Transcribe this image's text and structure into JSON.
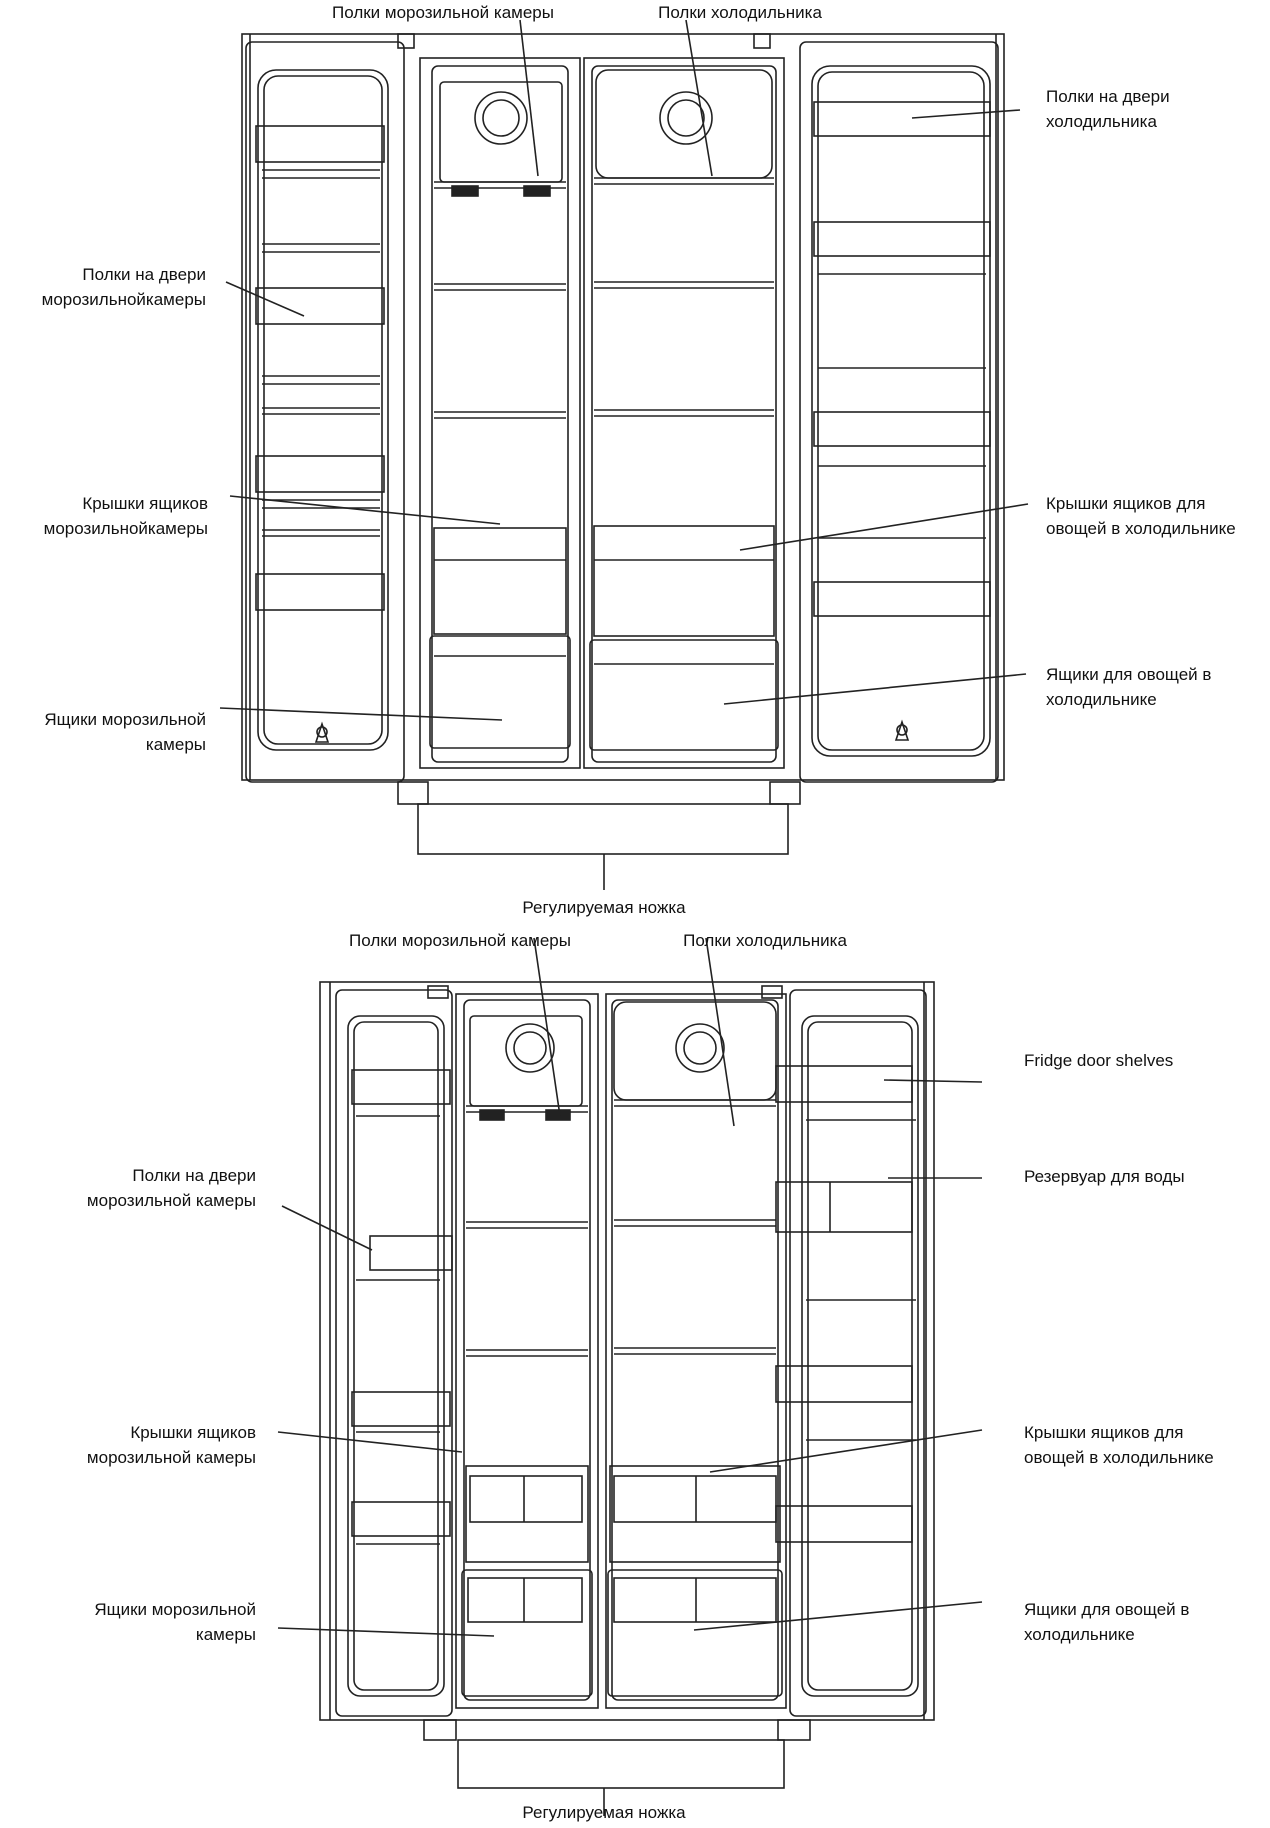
{
  "colors": {
    "line": "#222222",
    "text": "#111111",
    "background": "#ffffff"
  },
  "diagram_top": {
    "freezer_shelves": "Полки морозильной камеры",
    "fridge_shelves": "Полки холодильника",
    "fridge_door_shelves": [
      "Полки на двери",
      "холодильника"
    ],
    "freezer_door_shelves": [
      "Полки на двери",
      "морозильнойкамеры"
    ],
    "freezer_drawer_covers": [
      "Крышки ящиков",
      "морозильнойкамеры"
    ],
    "crisper_covers": [
      "Крышки ящиков для",
      "овощей в холодильнике"
    ],
    "freezer_drawers": [
      "Ящики морозильной",
      "камеры"
    ],
    "crispers": [
      "Ящики для овощей в",
      "холодильнике"
    ],
    "adjustable_foot": "Регулируемая ножка"
  },
  "diagram_bottom": {
    "freezer_shelves": "Полки морозильной камеры",
    "fridge_shelves": "Полки холодильника",
    "fridge_door_shelves": "Fridge door shelves",
    "water_tank": "Резервуар для воды",
    "freezer_door_shelves": [
      "Полки на двери",
      "морозильной камеры"
    ],
    "freezer_drawer_covers": [
      "Крышки ящиков",
      "морозильной камеры"
    ],
    "crisper_covers": [
      "Крышки ящиков для",
      "овощей в холодильнике"
    ],
    "freezer_drawers": [
      "Ящики морозильной",
      "камеры"
    ],
    "crispers": [
      "Ящики для овощей в",
      "холодильнике"
    ],
    "adjustable_foot": "Регулируемая ножка"
  }
}
